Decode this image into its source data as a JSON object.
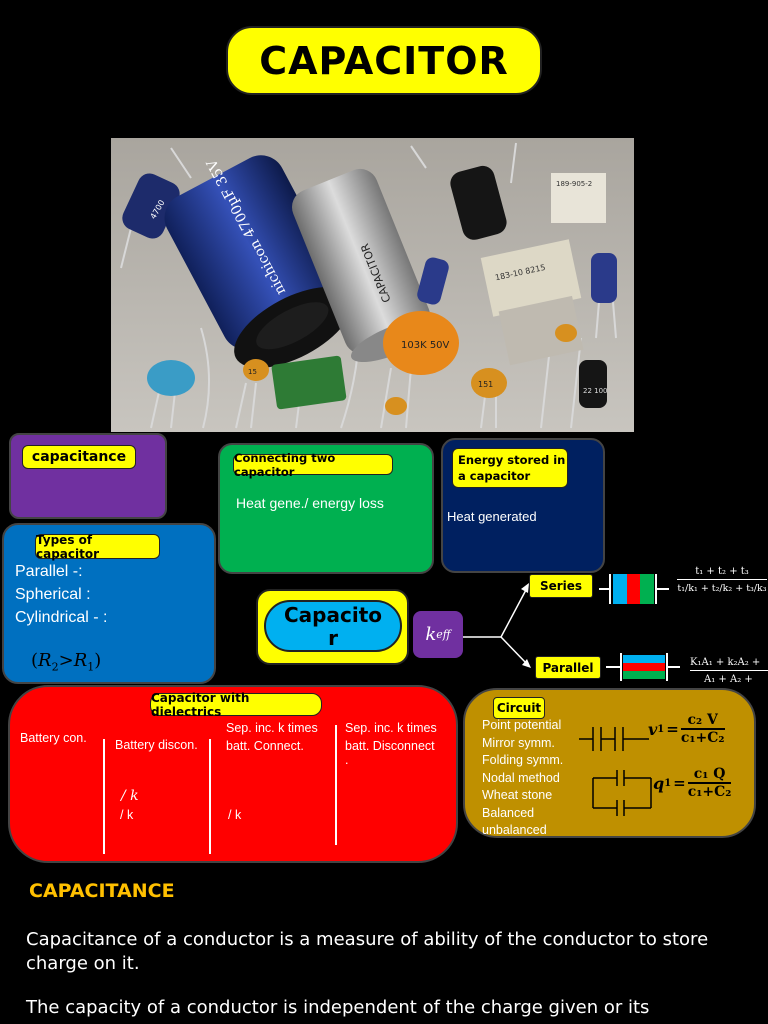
{
  "title": "CAPACITOR",
  "photo": {
    "components": [
      {
        "label": "4700"
      },
      {
        "label": "nichicon 4700µF 35V"
      },
      {
        "label": "CAPACITOR"
      },
      {
        "label": "189-905-2"
      },
      {
        "label": "183-10 8215"
      },
      {
        "label": "103K 50V"
      },
      {
        "label": "151"
      },
      {
        "label": "15"
      },
      {
        "label": "22 100"
      }
    ]
  },
  "capacitance_box": {
    "tag": "capacitance"
  },
  "connecting_box": {
    "tag": "Connecting two capacitor",
    "text": "Heat gene./ energy loss"
  },
  "energy_box": {
    "tag": "Energy stored in a capacitor",
    "text": "Heat generated"
  },
  "types_box": {
    "tag": "Types of capacitor",
    "lines": [
      "Parallel -:",
      "Spherical :",
      "Cylindrical - :"
    ],
    "formula_r2": "R",
    "formula_r2_sub": "2",
    "formula_gt": ">",
    "formula_r1": "R",
    "formula_r1_sub": "1"
  },
  "center": {
    "label_line1": "Capacito",
    "label_line2": "r",
    "keff": "k",
    "keff_sub": "eff"
  },
  "series": {
    "label": "Series",
    "formula_num": "t₁ + t₂ + t₃",
    "formula_den": "t₁/k₁ + t₂/k₂ + t₃/k₃"
  },
  "parallel": {
    "label": "Parallel",
    "formula_num": "K₁A₁ + k₂A₂ +",
    "formula_den": "A₁ + A₂ +"
  },
  "dielectric_box": {
    "tag": "Capacitor with dielectrics",
    "col1": "Battery con.",
    "col2": "Battery discon.",
    "col2_a": "/ k",
    "col2_b": "/ k",
    "col3": "Sep. inc. k times batt. Connect.",
    "col3_b": "/ k",
    "col4": "Sep. inc. k times batt. Disconnect",
    "col4_b": "."
  },
  "circuit_box": {
    "tag": "Circuit",
    "lines": [
      "Point potential",
      "Mirror symm.",
      "Folding symm.",
      "Nodal method",
      "Wheat stone",
      "Balanced",
      "unbalanced"
    ],
    "v1_lhs": "v",
    "v1_sub": "1",
    "v1_num": "c₂ V",
    "v1_den": "c₁+C₂",
    "q1_lhs": "q",
    "q1_sub": "1",
    "q1_num": "c₁ Q",
    "q1_den": "c₁+C₂"
  },
  "section": {
    "heading": "CAPACITANCE",
    "para1": "Capacitance of a conductor is a measure of ability of the conductor to store charge on it.",
    "para2": "The capacity of a conductor is independent of the charge given or its"
  },
  "colors": {
    "yellow": "#ffff00",
    "purple": "#7030a0",
    "green": "#00b050",
    "navy": "#002060",
    "blue": "#0070c0",
    "red": "#ff0000",
    "gold": "#bf9000",
    "heading": "#ffc000"
  }
}
